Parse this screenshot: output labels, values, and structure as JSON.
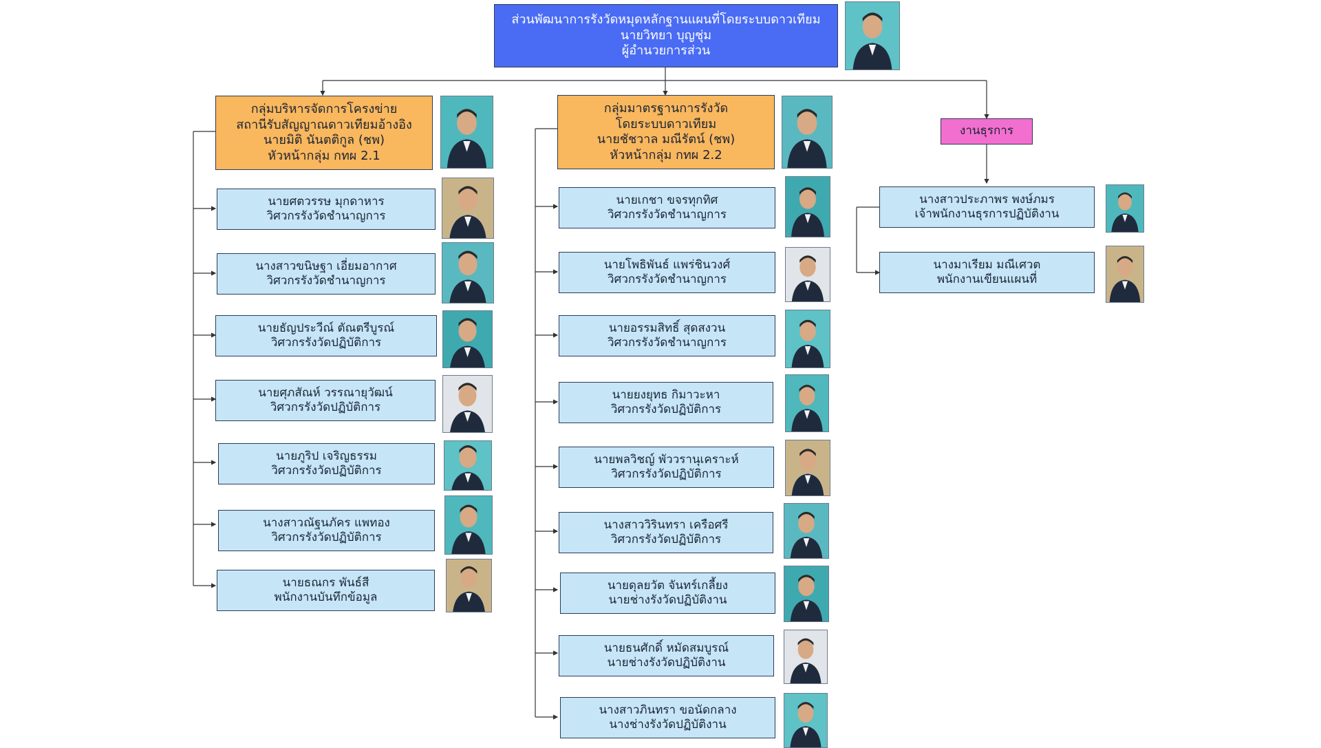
{
  "director": {
    "title": "ส่วนพัฒนาการรังวัดหมุดหลักฐานแผนที่โดยระบบดาวเทียม",
    "name": "นายวิทยา  บุญชุ่ม",
    "position": "ผู้อำนวยการส่วน"
  },
  "groups": [
    {
      "title_line1": "กลุ่มบริหารจัดการโครงข่าย",
      "title_line2": "สถานีรับสัญญาณดาวเทียมอ้างอิง",
      "name": "นายมิติ  นันตติกูล (ชพ)",
      "position": "หัวหน้ากลุ่ม  กทผ 2.1",
      "members": [
        {
          "name": "นายศตวรรษ  มุกดาหาร",
          "position": "วิศวกรรังวัดชำนาญการ"
        },
        {
          "name": "นางสาวขนิษฐา   เอี่ยมอากาศ",
          "position": "วิศวกรรังวัดชำนาญการ"
        },
        {
          "name": "นายธัญประวีณ์   ตัณตรีบูรณ์",
          "position": "วิศวกรรังวัดปฏิบัติการ"
        },
        {
          "name": "นายศุภสัณห์   วรรณายุวัฒน์",
          "position": "วิศวกรรังวัดปฏิบัติการ"
        },
        {
          "name": "นายภูริป   เจริญธรรม",
          "position": "วิศวกรรังวัดปฏิบัติการ"
        },
        {
          "name": "นางสาวณัฐนภัคร   แพทอง",
          "position": "วิศวกรรังวัดปฏิบัติการ"
        },
        {
          "name": "นายธณกร   พันธ์สี",
          "position": "พนักงานบันทึกข้อมูล"
        }
      ]
    },
    {
      "title_line1": "กลุ่มมาตรฐานการรังวัด",
      "title_line2": "โดยระบบดาวเทียม",
      "name": "นายชัชวาล  มณีรัตน์ (ชพ)",
      "position": "หัวหน้ากลุ่ม  กทผ 2.2",
      "members": [
        {
          "name": "นายเกชา   ขจรทุกทิศ",
          "position": "วิศวกรรังวัดชำนาญการ"
        },
        {
          "name": "นายโพธิพันธ์  แพร่ชินวงศ์",
          "position": "วิศวกรรังวัดชำนาญการ"
        },
        {
          "name": "นายอรรมสิทธิ์   สุดสงวน",
          "position": "วิศวกรรังวัดชำนาญการ"
        },
        {
          "name": "นายยงยุทธ   กิมาวะหา",
          "position": "วิศวกรรังวัดปฏิบัติการ"
        },
        {
          "name": "นายพลวิชญ์   พัววรานุเคราะห์",
          "position": "วิศวกรรังวัดปฏิบัติการ"
        },
        {
          "name": "นางสาววิรินทรา   เครือศรี",
          "position": "วิศวกรรังวัดปฏิบัติการ"
        },
        {
          "name": "นายดุลยวัต   จันทร์เกลี้ยง",
          "position": "นายช่างรังวัดปฏิบัติงาน"
        },
        {
          "name": "นายธนศักดิ์   หมัดสมบูรณ์",
          "position": "นายช่างรังวัดปฏิบัติงาน"
        },
        {
          "name": "นางสาวภินทรา   ขอนัดกลาง",
          "position": "นางช่างรังวัดปฏิบัติงาน"
        }
      ]
    }
  ],
  "admin": {
    "title": "งานธุรการ",
    "members": [
      {
        "name": "นางสาวประภาพร   พงษ์ภมร",
        "position": "เจ้าพนักงานธุรการปฏิบัติงาน"
      },
      {
        "name": "นางมาเรียม   มณีเศวต",
        "position": "พนักงานเขียนแผนที่"
      }
    ]
  },
  "colors": {
    "director_box": "#4a6cf5",
    "group_box": "#f9b75e",
    "member_box": "#c6e6f8",
    "admin_box": "#f26fcf"
  }
}
